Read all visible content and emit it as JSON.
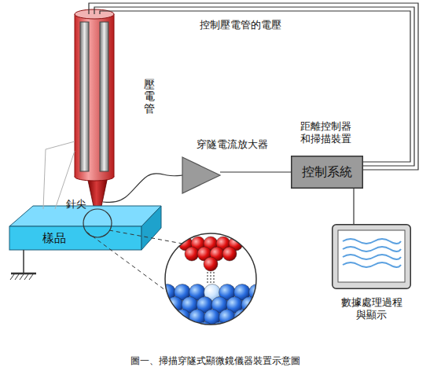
{
  "diagram": {
    "caption": "圖一、掃描穿隧式顯微鏡儀器裝置示意圖",
    "nodes": [
      {
        "text": [
          "壓電管"
        ]
      },
      {
        "text": [
          "樣品"
        ]
      },
      {
        "text": [
          "穿隧電流放大器"
        ]
      },
      {
        "text": [
          "距離控制器 和掃描裝置",
          "控制系統"
        ]
      },
      {
        "text": [
          "數據處理過程 與顯示"
        ]
      }
    ],
    "edges": [
      {
        "from": 0,
        "to": 2,
        "arrow": "none"
      },
      {
        "from": 2,
        "to": 3,
        "arrow": "none"
      },
      {
        "from": 3,
        "to": 0,
        "label": "控制壓電管的電壓",
        "arrow": "none"
      },
      {
        "from": 3,
        "to": 4,
        "arrow": "none"
      }
    ],
    "labels": [
      "針尖"
    ]
  }
}
